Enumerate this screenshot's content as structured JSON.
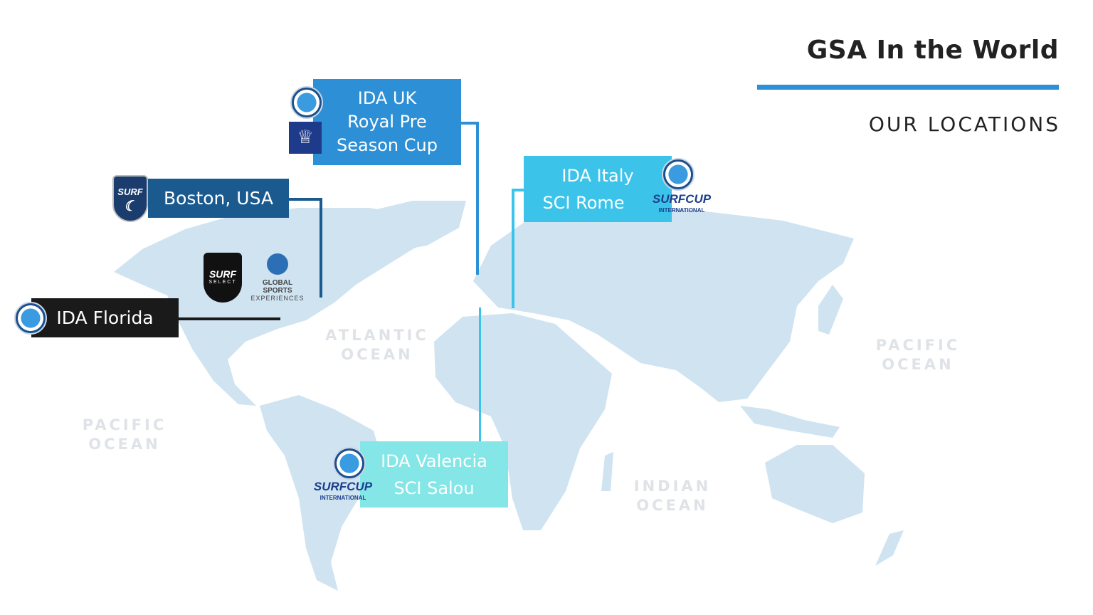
{
  "header": {
    "title": "GSA In the World",
    "subtitle": "OUR LOCATIONS",
    "accent": "#2d8fd5"
  },
  "oceans": [
    {
      "line1": "ATLANTIC",
      "line2": "OCEAN"
    },
    {
      "line1": "PACIFIC",
      "line2": "OCEAN"
    },
    {
      "line1": "PACIFIC",
      "line2": "OCEAN"
    },
    {
      "line1": "INDIAN",
      "line2": "OCEAN"
    }
  ],
  "locations": {
    "uk": {
      "lines": [
        "IDA UK",
        "Royal Pre",
        "Season Cup"
      ],
      "color": "#2d8fd5"
    },
    "boston": {
      "label": "Boston, USA",
      "color": "#1a5a8f"
    },
    "florida": {
      "label": "IDA Florida",
      "color": "#1a1a1a"
    },
    "italy": {
      "lines": [
        "IDA Italy",
        "SCI Rome"
      ],
      "color": "#3cc3ea"
    },
    "valencia": {
      "lines": [
        "IDA Valencia",
        "SCI Salou"
      ],
      "color": "#84e6e6"
    }
  },
  "logos": {
    "surf_select": {
      "top": "SURF",
      "bottom": "SELECT"
    },
    "global_sports": {
      "line1": "GLOBAL SPORTS",
      "line2": "EXPERIENCES"
    },
    "surf_cup": "SURFCUP",
    "surf_cup_sub": "INTERNATIONAL",
    "surf_ne": "SURF"
  },
  "map_color": "#cfe3f1"
}
